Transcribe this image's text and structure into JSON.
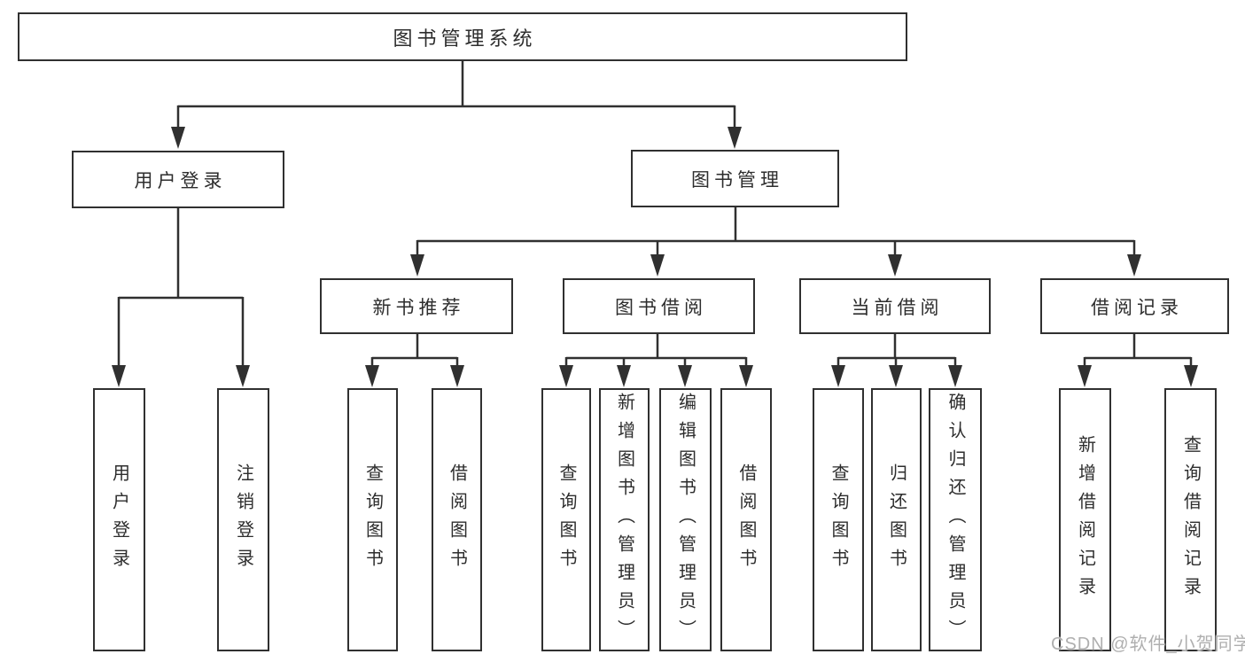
{
  "tree": {
    "root": {
      "label": "图书管理系统"
    },
    "branches": [
      {
        "label": "用户登录",
        "children": [
          {
            "label": "用户登录"
          },
          {
            "label": "注销登录"
          }
        ]
      },
      {
        "label": "图书管理",
        "children": [
          {
            "label": "新书推荐",
            "children": [
              {
                "label": "查询图书"
              },
              {
                "label": "借阅图书"
              }
            ]
          },
          {
            "label": "图书借阅",
            "children": [
              {
                "label": "查询图书"
              },
              {
                "label": "新增图书（管理员）"
              },
              {
                "label": "编辑图书（管理员）"
              },
              {
                "label": "借阅图书"
              }
            ]
          },
          {
            "label": "当前借阅",
            "children": [
              {
                "label": "查询图书"
              },
              {
                "label": "归还图书"
              },
              {
                "label": "确认归还（管理员）"
              }
            ]
          },
          {
            "label": "借阅记录",
            "children": [
              {
                "label": "新增借阅记录"
              },
              {
                "label": "查询借阅记录"
              }
            ]
          }
        ]
      }
    ]
  },
  "watermark": {
    "text": "CSDN @软件_小贺同学"
  },
  "colors": {
    "line": "#303030",
    "box_border": "#303030",
    "box_fill": "#ffffff",
    "text": "#2d2d2d",
    "watermark": "#afafaf",
    "background": "#ffffff"
  }
}
